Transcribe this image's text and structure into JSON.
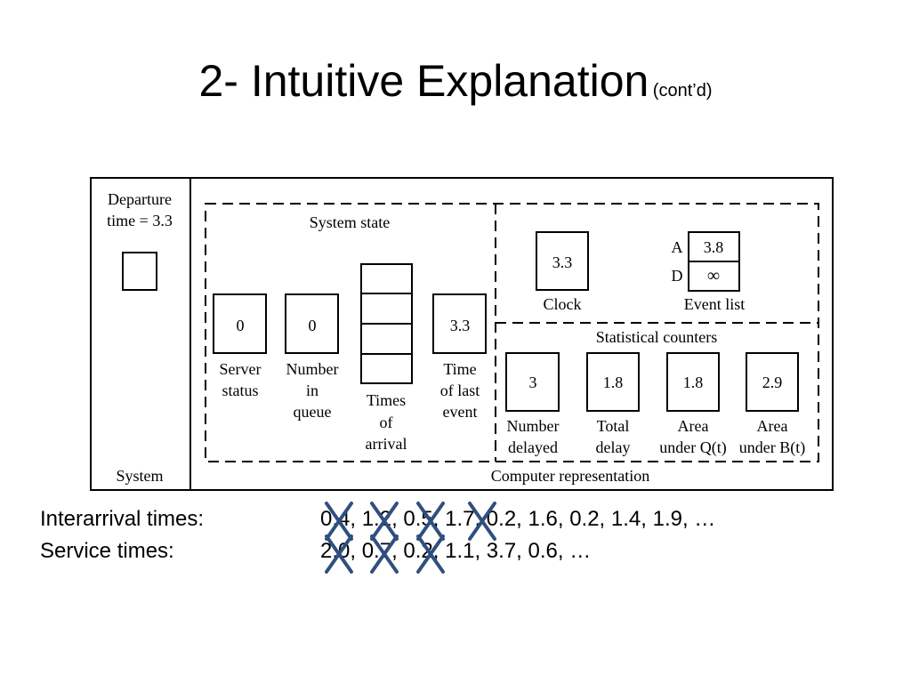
{
  "title": {
    "main": "2- Intuitive Explanation",
    "sub": "(cont’d)"
  },
  "diagram": {
    "departure_label_1": "Departure",
    "departure_label_2": "time = 3.3",
    "system_label": "System",
    "computer_label": "Computer representation",
    "system_state_label": "System state",
    "server_status": {
      "value": "0",
      "label_1": "Server",
      "label_2": "status"
    },
    "number_in_queue": {
      "value": "0",
      "label_1": "Number",
      "label_2": "in",
      "label_3": "queue"
    },
    "times_of_arrival": {
      "label_1": "Times",
      "label_2": "of",
      "label_3": "arrival"
    },
    "time_of_last_event": {
      "value": "3.3",
      "label_1": "Time",
      "label_2": "of last",
      "label_3": "event"
    },
    "clock": {
      "value": "3.3",
      "label": "Clock"
    },
    "event_list": {
      "label": "Event list",
      "arrival_key": "A",
      "arrival_value": "3.8",
      "departure_key": "D",
      "departure_value": "∞"
    },
    "statistical_counters_label": "Statistical counters",
    "number_delayed": {
      "value": "3",
      "label_1": "Number",
      "label_2": "delayed"
    },
    "total_delay": {
      "value": "1.8",
      "label_1": "Total",
      "label_2": "delay"
    },
    "area_q": {
      "value": "1.8",
      "label_1": "Area",
      "label_2": "under Q(t)"
    },
    "area_b": {
      "value": "2.9",
      "label_1": "Area",
      "label_2": "under B(t)"
    }
  },
  "sequences": {
    "interarrival_label": "Interarrival times:",
    "interarrival_values": "0.4, 1.2, 0.5, 1.7, 0.2, 1.6, 0.2, 1.4, 1.9, …",
    "service_label": "Service times:",
    "service_values": "2.0, 0.7, 0.2, 1.1, 3.7, 0.6, …",
    "cross_color": "#2f4f7f"
  }
}
